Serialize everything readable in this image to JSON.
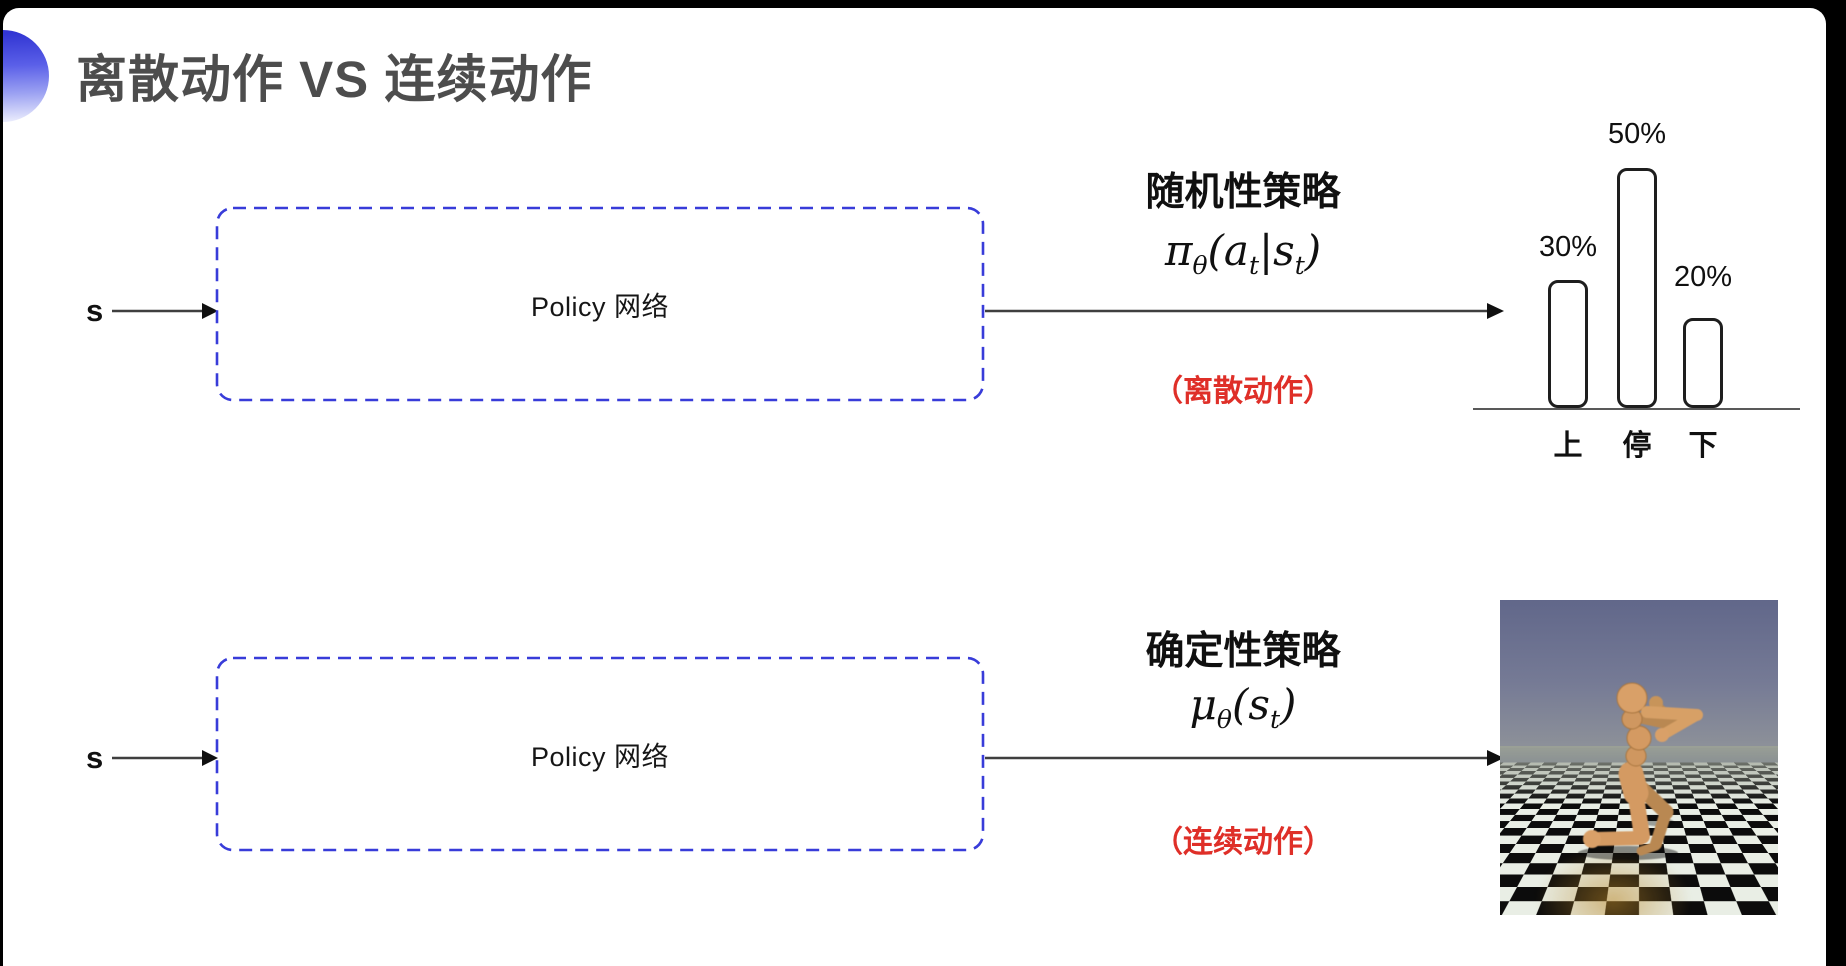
{
  "page": {
    "title": "离散动作 VS 连续动作"
  },
  "colors": {
    "frame": "#000000",
    "slide": "#ffffff",
    "title_gray": "#4d4d4d",
    "box_dash_blue": "#383cd9",
    "note_red": "#df2f28",
    "arrow_dark": "#3f3f3f",
    "bullet_blue": "#3236d3",
    "humanoid_tan": "#d49a62"
  },
  "top_flow": {
    "input_label": "s",
    "box_label": "Policy 网络",
    "policy_title": "随机性策略",
    "formula": {
      "pi": "π",
      "theta": "θ",
      "lp": "(",
      "a": "a",
      "t1": "t",
      "bar": "|",
      "s": "s",
      "t2": "t",
      "rp": ")"
    },
    "action_note": "（离散动作）"
  },
  "bottom_flow": {
    "input_label": "s",
    "box_label": "Policy 网络",
    "policy_title": "确定性策略",
    "formula": {
      "mu": "μ",
      "theta": "θ",
      "lp": "(",
      "s": "s",
      "t": "t",
      "rp": ")"
    },
    "action_note": "（连续动作）"
  },
  "chart_data": {
    "type": "bar",
    "categories": [
      "上",
      "停",
      "下"
    ],
    "values": [
      30,
      50,
      20
    ],
    "value_labels": [
      "30%",
      "50%",
      "20%"
    ],
    "title": "",
    "xlabel": "",
    "ylabel": "",
    "ylim": [
      0,
      55
    ],
    "grid": false,
    "legend": false,
    "style": "hand-drawn outlined bars with rounded corners above a single baseline"
  },
  "humanoid_panel": {
    "icon": "humanoid-robot-figure",
    "scene": "checkerboard-floor"
  }
}
